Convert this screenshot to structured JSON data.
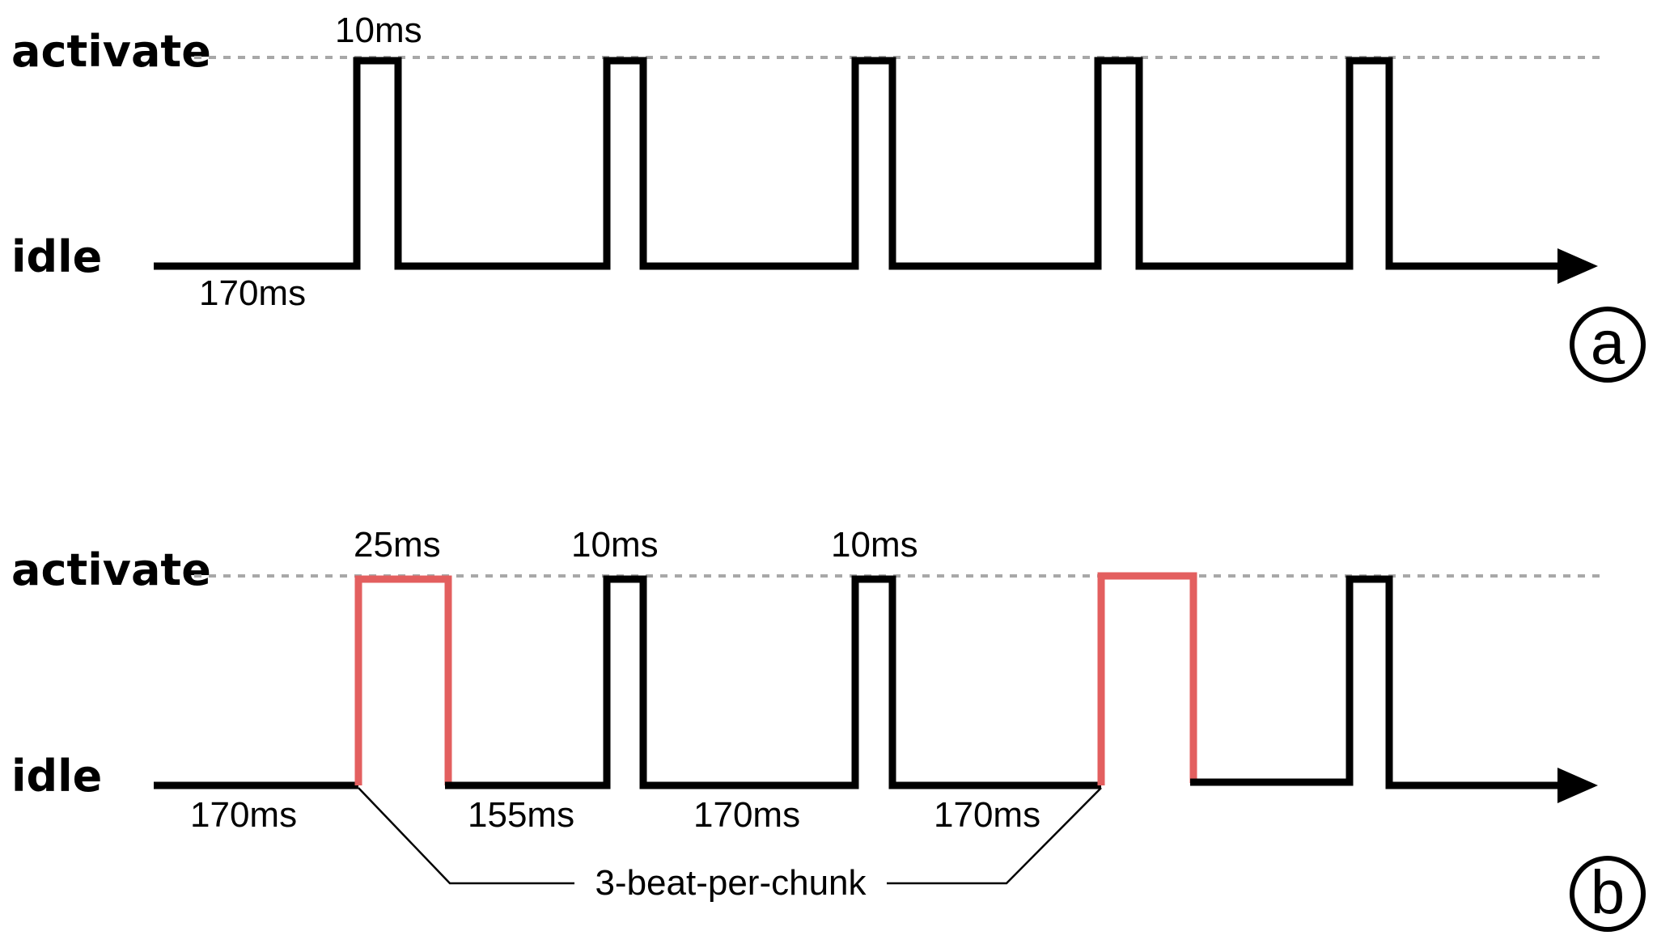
{
  "colors": {
    "signal": "#000000",
    "accent": "#e35f5f",
    "guide": "#a8a8a8"
  },
  "panel_a": {
    "label_high": "activate",
    "label_low": "idle",
    "badge": "a",
    "pulse_label": "10ms",
    "gap_label": "170ms"
  },
  "panel_b": {
    "label_high": "activate",
    "label_low": "idle",
    "badge": "b",
    "pulse_labels": [
      "25ms",
      "10ms",
      "10ms"
    ],
    "gap_labels": [
      "170ms",
      "155ms",
      "170ms",
      "170ms"
    ],
    "chunk_label": "3-beat-per-chunk"
  }
}
